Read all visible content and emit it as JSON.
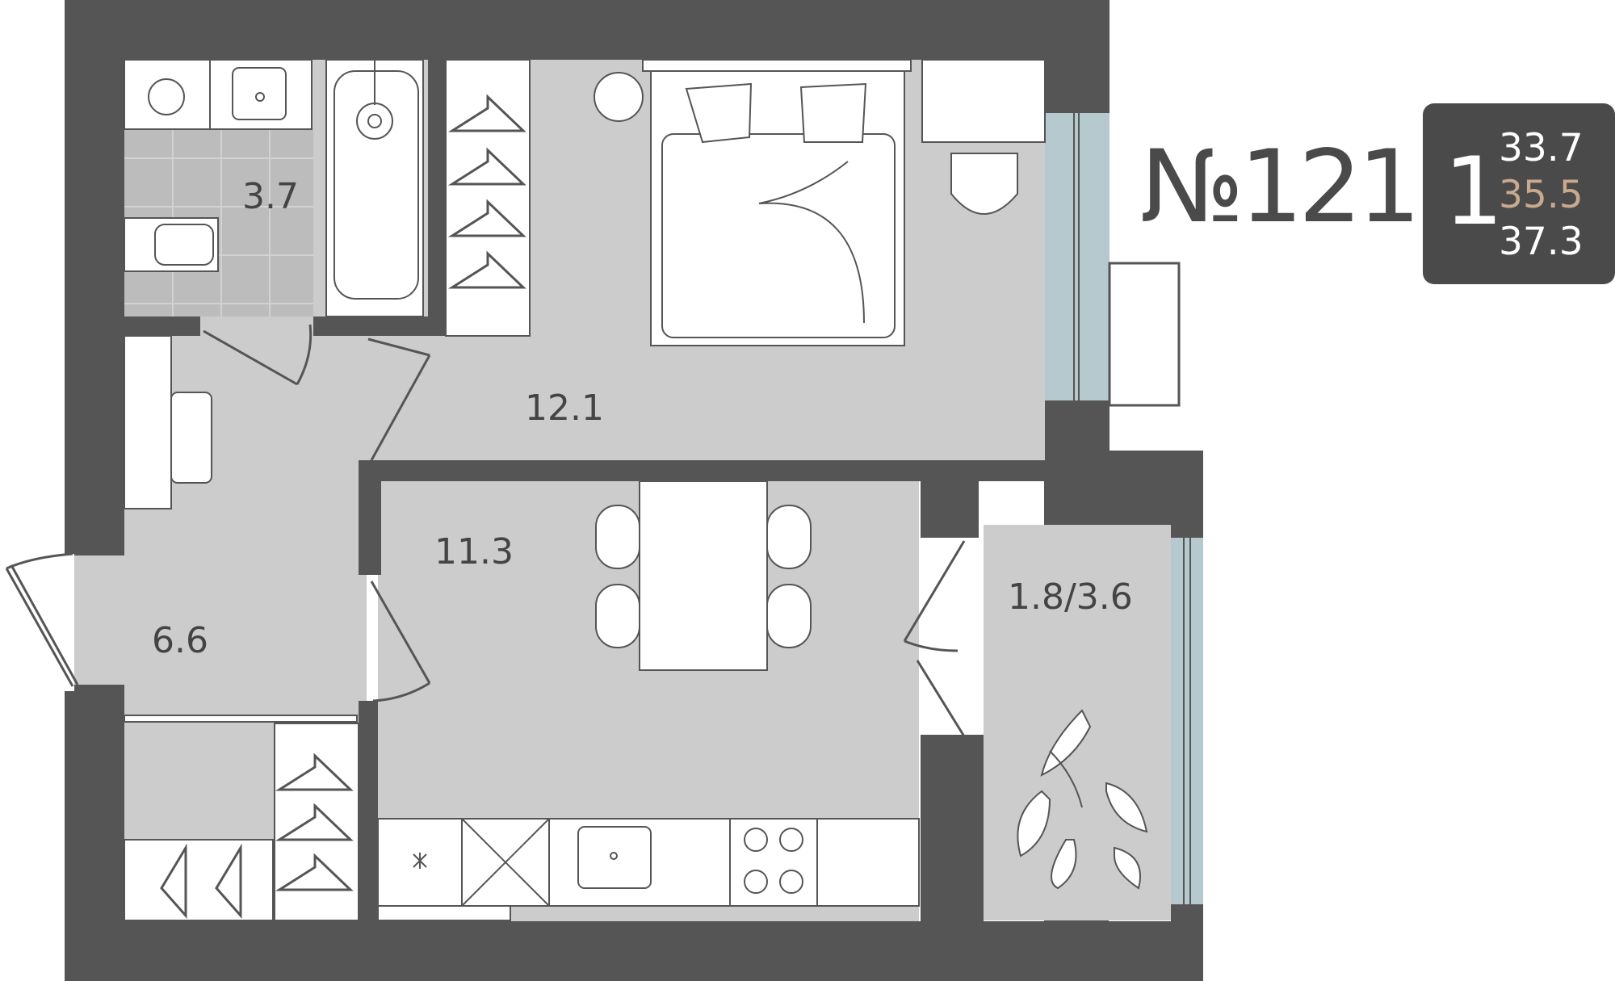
{
  "apartment": {
    "number_label": "№121",
    "rooms": "1",
    "areas": [
      "33.7",
      "35.5",
      "37.3"
    ]
  },
  "rooms": {
    "bathroom": "3.7",
    "bedroom": "12.1",
    "kitchen": "11.3",
    "hall": "6.6",
    "balcony": "1.8/3.6"
  },
  "colors": {
    "wall": "#555555",
    "floor": "#cdcccc",
    "tile": "#bcbcbc",
    "window": "#b5c9cf",
    "badge": "#4a4a4a",
    "accent_area": "#c9a98d"
  }
}
